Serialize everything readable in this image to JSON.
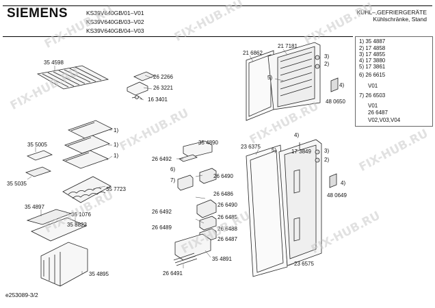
{
  "header": {
    "brand": "SIEMENS",
    "models": [
      "KS39V640GB/01–V01",
      "KS39V640GB/03–V02",
      "KS39V640GB/04–V03"
    ],
    "category_line1": "KÜHL–,GEFRIERGERÄTE",
    "category_line2": "Kühlschränke, Stand"
  },
  "legend": {
    "lines": [
      "1) 35 4887",
      "2) 17 4858",
      "3) 17 4855",
      "4) 17 3880",
      "5) 17 3861",
      "6) 26 6615",
      "V01",
      "7) 26 6503",
      "V01",
      "26 6487",
      "V02,V03,V04"
    ]
  },
  "parts": {
    "p354598": "35 4598",
    "p262266": "26 2266",
    "p263221": "26 3221",
    "p163401": "16 3401",
    "p216862": "21 6862",
    "p217181": "21 7181",
    "p480650": "48 0650",
    "p355005": "35 5005",
    "p355035": "35 5035",
    "p357723": "35 7723",
    "p354897": "35 4897",
    "p361076": "36 1076",
    "p358823": "35 8823",
    "p354895": "35 4895",
    "p354890": "35 4890",
    "p266492a": "26 6492",
    "p266490a": "26 6490",
    "p266486": "26 6486",
    "p266492b": "26 6492",
    "p266490b": "26 6490",
    "p266485": "26 6485",
    "p266489": "26 6489",
    "p266488": "26 6488",
    "p266487": "26 6487",
    "p354891": "35 4891",
    "p266491": "26 6491",
    "p236375": "23 6375",
    "p173849": "17 3849",
    "p480649": "48 0649",
    "p236575": "23 6575"
  },
  "callouts": {
    "c1a": "1)",
    "c1b": "1)",
    "c1c": "1)",
    "c2a": "2)",
    "c2b": "2)",
    "c3a": "3)",
    "c3b": "3)",
    "c4a": "4)",
    "c4b": "4)",
    "c4c": "4)",
    "c5a": "5)",
    "c5b": "5)",
    "c6": "6)",
    "c7": "7)"
  },
  "footer": {
    "code": "e253089-3/2"
  },
  "watermark": {
    "text": "FIX-HUB.RU"
  }
}
